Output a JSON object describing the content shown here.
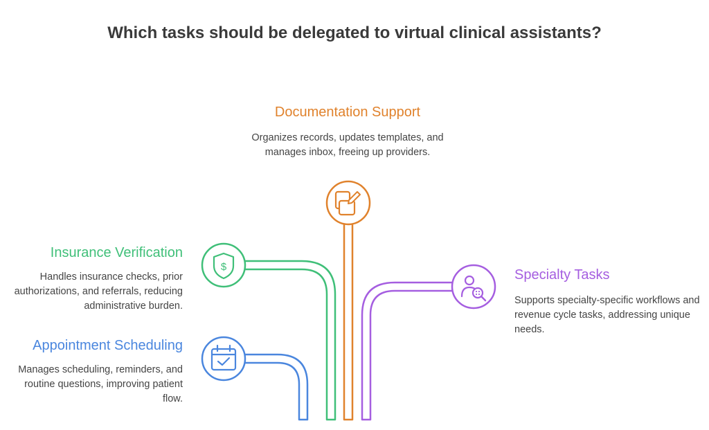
{
  "title": "Which tasks should be delegated to virtual clinical assistants?",
  "items": [
    {
      "key": "documentation",
      "heading": "Documentation Support",
      "description": "Organizes records, updates templates, and manages inbox, freeing up providers.",
      "color": "#e0822c",
      "icon": "documents-icon"
    },
    {
      "key": "insurance",
      "heading": "Insurance Verification",
      "description": "Handles insurance checks, prior authorizations, and referrals, reducing administrative burden.",
      "color": "#3fbf78",
      "icon": "shield-dollar-icon"
    },
    {
      "key": "appointment",
      "heading": "Appointment Scheduling",
      "description": "Manages scheduling, reminders, and routine questions, improving patient flow.",
      "color": "#4a86de",
      "icon": "calendar-check-icon"
    },
    {
      "key": "specialty",
      "heading": "Specialty Tasks",
      "description": "Supports specialty-specific workflows and revenue cycle tasks, addressing unique needs.",
      "color": "#a55ee0",
      "icon": "person-search-icon"
    }
  ]
}
